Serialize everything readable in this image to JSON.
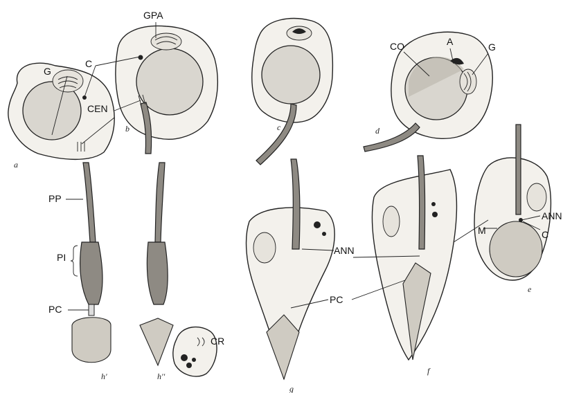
{
  "labels": {
    "GPA": "GPA",
    "G_a": "G",
    "C_top": "C",
    "CEN": "CEN",
    "CO": "CO",
    "A": "A",
    "G_d": "G",
    "PP": "PP",
    "PI": "PI",
    "PC_h": "PC",
    "ANN_g": "ANN",
    "PC_g": "PC",
    "M": "M",
    "ANN_e": "ANN",
    "C_e": "C",
    "CR": "CR"
  },
  "panels": {
    "a": "a",
    "b": "b",
    "c": "c",
    "d": "d",
    "e": "e",
    "f": "f",
    "g": "g",
    "h1": "h'",
    "h2": "h''"
  }
}
